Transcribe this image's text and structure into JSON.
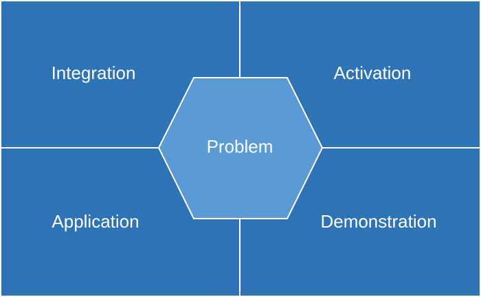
{
  "diagram": {
    "center": {
      "label": "Problem"
    },
    "quadrants": {
      "top_left": {
        "label": "Integration"
      },
      "top_right": {
        "label": "Activation"
      },
      "bottom_left": {
        "label": "Application"
      },
      "bottom_right": {
        "label": "Demonstration"
      }
    }
  },
  "colors": {
    "quadrant_fill": "#2e73b6",
    "hexagon_fill": "#5b9bd5",
    "border": "#ffffff",
    "text": "#ffffff"
  }
}
